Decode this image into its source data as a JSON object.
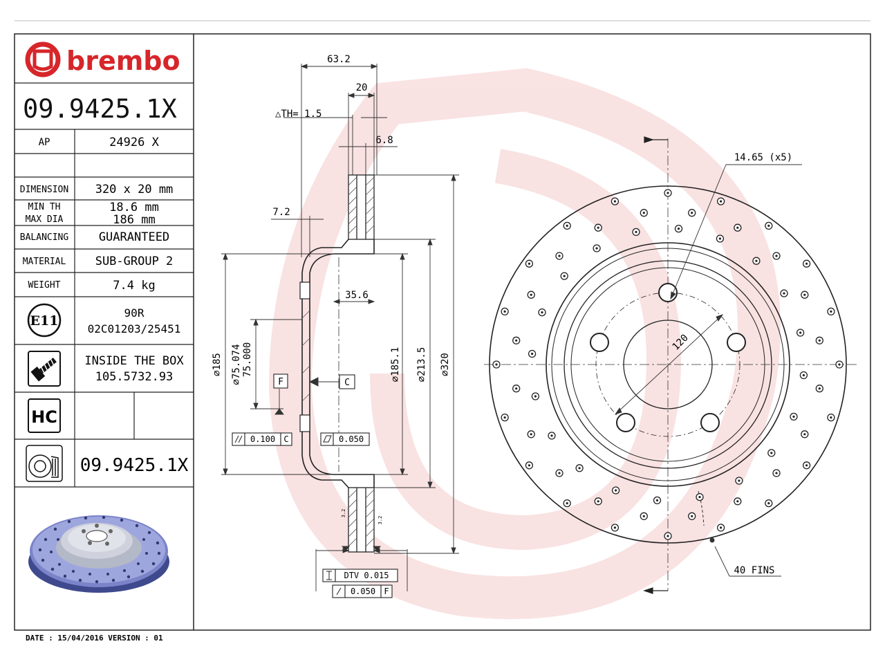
{
  "brand": {
    "name": "brembo",
    "color": "#d6262a"
  },
  "sheet": {
    "part_number": "09.9425.1X",
    "ap_label": "AP",
    "ap_value": "24926 X",
    "specs": [
      {
        "label": "DIMENSION",
        "value": "320 x 20 mm"
      },
      {
        "label": "MIN TH",
        "value": "18.6 mm"
      },
      {
        "label": "MAX DIA",
        "value": "186 mm"
      },
      {
        "label": "BALANCING",
        "value": "GUARANTEED"
      },
      {
        "label": "MATERIAL",
        "value": "SUB-GROUP 2"
      },
      {
        "label": "WEIGHT",
        "value": "7.4 kg"
      }
    ],
    "approval": {
      "mark": "E11",
      "line1": "90R",
      "line2": "02C01203/25451"
    },
    "box": {
      "line1": "INSIDE THE BOX",
      "line2": "105.5732.93",
      "icon": "screw-icon"
    },
    "hc_mark": "HC",
    "footer_part_number": "09.9425.1X",
    "footer": "DATE : 15/04/2016 VERSION : 01"
  },
  "section": {
    "dim_overall_width": "63.2",
    "dim_thickness": "20",
    "dim_th": "△TH= 1.5",
    "dim_6_8": "6.8",
    "dim_7_2": "7.2",
    "dim_35_6": "35.6",
    "dim_d185": "⌀185",
    "dim_d75_074": "⌀75.074",
    "dim_d75_000": "75.000",
    "dim_d185_1": "⌀185.1",
    "dim_d213_5": "⌀213.5",
    "dim_d320": "⌀320",
    "datum_f": "F",
    "datum_c": "C",
    "tol_parallel_value": "0.100",
    "tol_parallel_ref": "C",
    "tol_flat_value": "0.050",
    "tol_dtv_label": "DTV 0.015",
    "tol_runout_value": "0.050",
    "tol_runout_ref": "F",
    "mark_a": "3.2",
    "mark_b": "3.2"
  },
  "front": {
    "hole_label": "14.65 (x5)",
    "pcd_label": "120",
    "fins_label": "40 FINS"
  }
}
